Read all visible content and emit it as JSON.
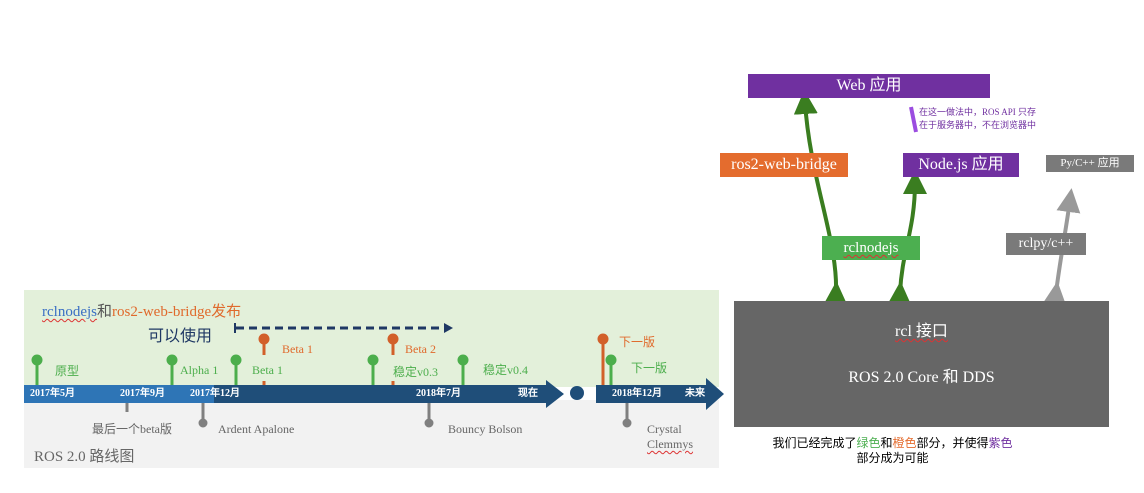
{
  "timeline": {
    "title": "ROS 2.0 路线图",
    "headline": {
      "part1": "rclnodejs",
      "part2": "和",
      "part3": "ros2-web-bridge",
      "part4": "发布"
    },
    "available_label": "可以使用",
    "dates": [
      "2017年5月",
      "2017年9月",
      "2017年12月",
      "2018年7月",
      "现在",
      "2018年12月",
      "未来"
    ],
    "green_milestones": [
      "原型",
      "Alpha 1",
      "Beta 1",
      "稳定v0.3",
      "稳定v0.4",
      "下一版"
    ],
    "orange_milestones": [
      "Beta 1",
      "Beta 2",
      "下一版"
    ],
    "ros_releases": [
      "最后一个beta版",
      "Ardent Apalone",
      "Bouncy Bolson",
      "Crystal",
      "Clemmys"
    ],
    "colors": {
      "green": "#4cae4c",
      "orange": "#e06a2c",
      "bar_light": "#2e75b6",
      "bar_dark": "#1f4e79",
      "panel_top": "#e3f0da",
      "panel_bottom": "#f2f2f2"
    }
  },
  "architecture": {
    "web_app": "Web 应用",
    "note_line1": "在这一做法中，ROS API 只存",
    "note_line2": "在于服务器中，不在浏览器中",
    "bridge": "ros2-web-bridge",
    "nodejs_app": "Node.js 应用",
    "pyc_app": "Py/C++ 应用",
    "rclnodejs": "rclnodejs",
    "rclpy": "rclpy/c++",
    "rcl": "rcl 接口",
    "core": "ROS 2.0 Core 和 DDS",
    "colors": {
      "purple": "#7030a0",
      "orange": "#e46c2e",
      "green_box": "#4caf50",
      "arrow_green": "#3a7d20",
      "gray_box": "#7a7a7a",
      "core": "#666666"
    }
  },
  "caption": {
    "p1": "我们已经完成了",
    "green": "绿色",
    "p2": "和",
    "orange": "橙色",
    "p3": "部分，并使得",
    "purple": "紫色",
    "line2": "部分成为可能"
  }
}
